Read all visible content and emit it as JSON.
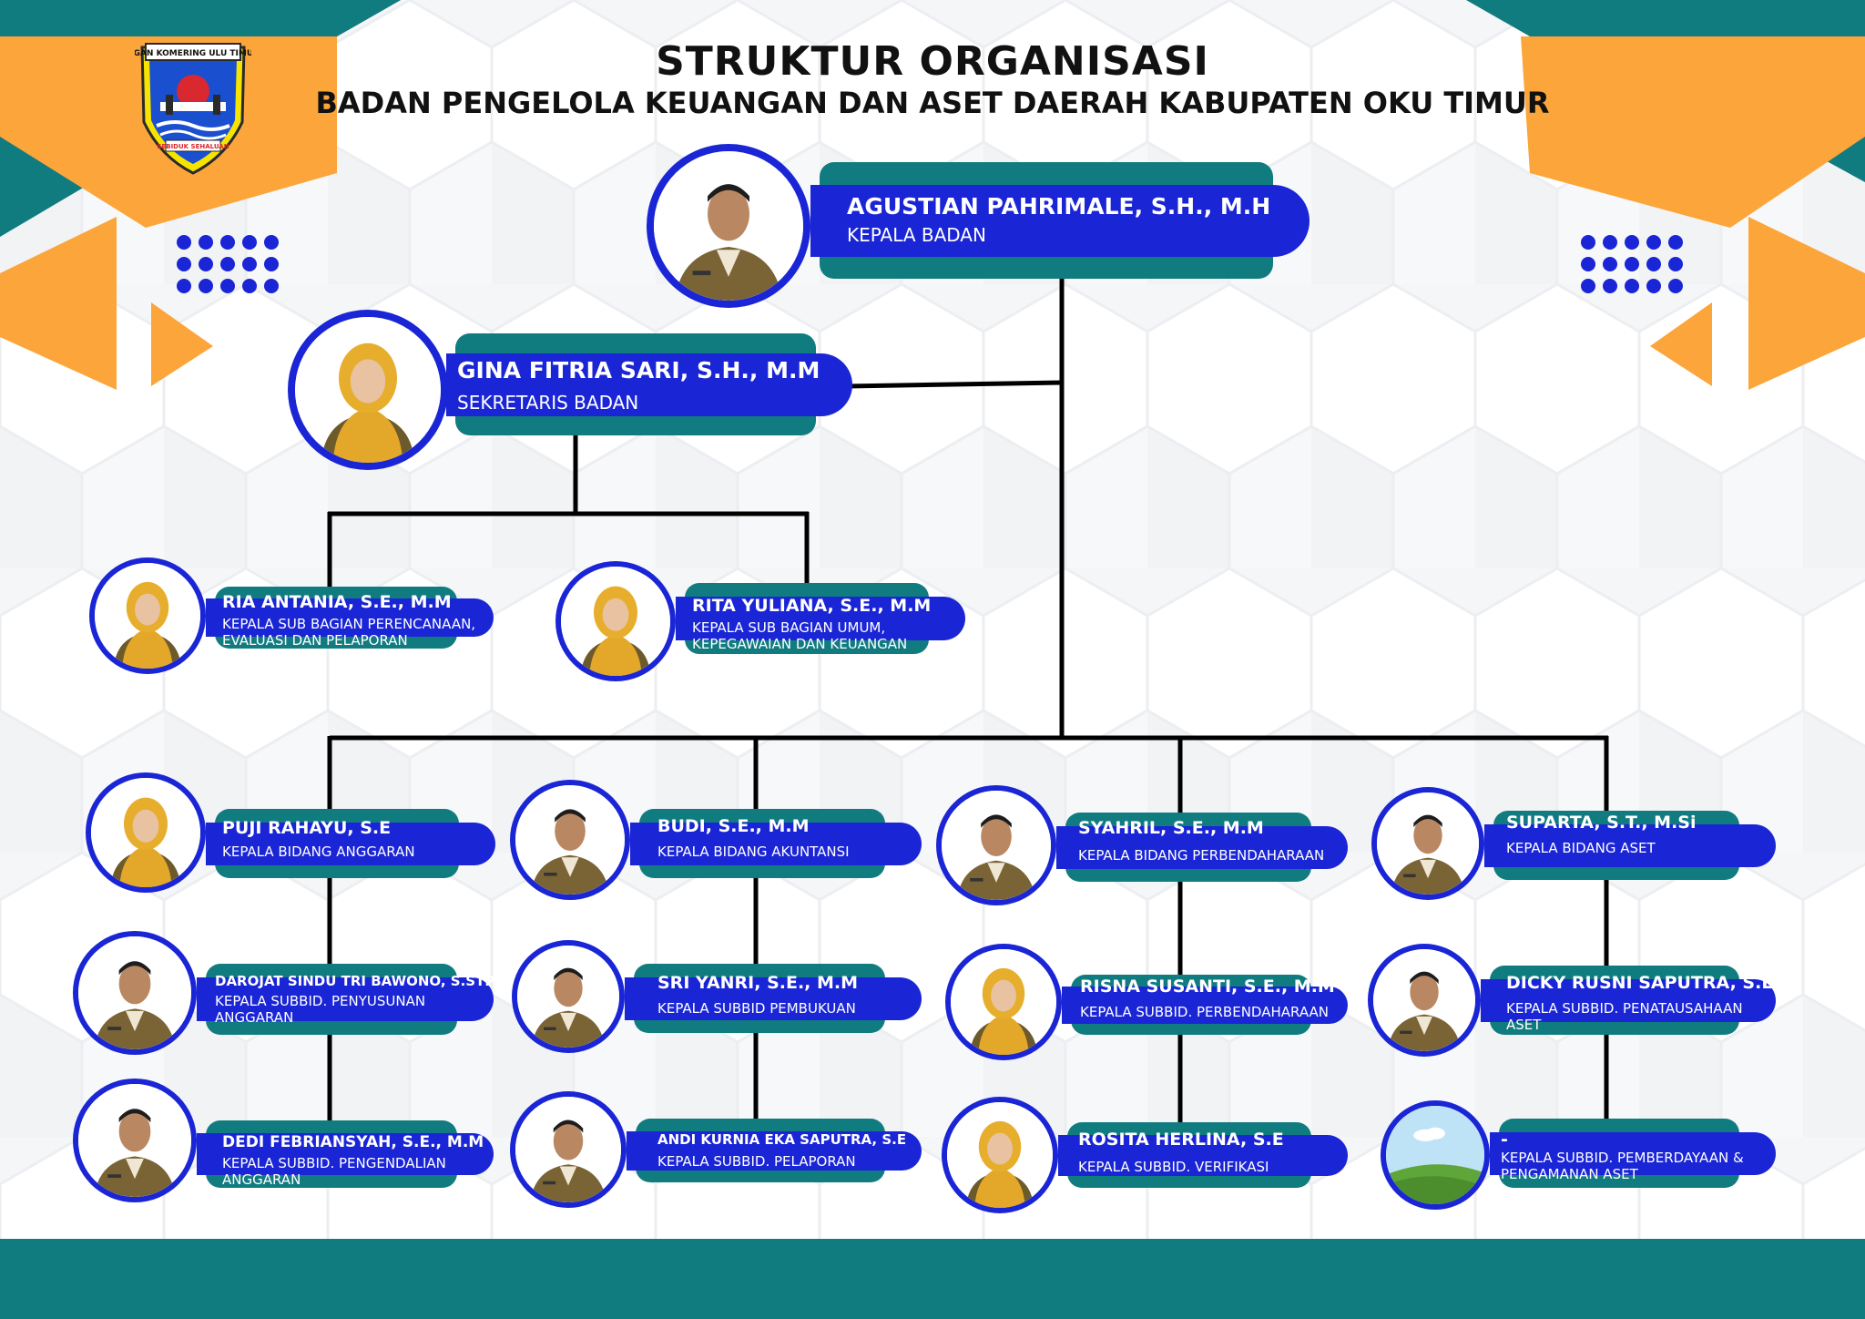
{
  "title": "STRUKTUR ORGANISASI",
  "subtitle": "BADAN PENGELOLA KEUANGAN DAN ASET DAERAH KABUPATEN OKU TIMUR",
  "logo": {
    "top_text": "OGAN KOMERING ULU TIMUR",
    "bottom_text": "SEBIDUK SEHALUAN"
  },
  "colors": {
    "blue": "#1a25d6",
    "teal": "#117c80",
    "orange": "#fba53b"
  },
  "nodes": {
    "kepala": {
      "name": "AGUSTIAN PAHRIMALE, S.H., M.H",
      "role": "KEPALA BADAN",
      "photo": "male"
    },
    "sekretaris": {
      "name": "GINA FITRIA SARI, S.H., M.M",
      "role": "SEKRETARIS BADAN",
      "photo": "female-hijab"
    },
    "subbag_perencanaan": {
      "name": "RIA ANTANIA, S.E., M.M",
      "role": "KEPALA SUB BAGIAN PERENCANAAN, EVALUASI DAN PELAPORAN",
      "photo": "female-hijab"
    },
    "subbag_umum": {
      "name": "RITA YULIANA, S.E., M.M",
      "role": "KEPALA SUB BAGIAN UMUM, KEPEGAWAIAN DAN KEUANGAN",
      "photo": "female-hijab"
    },
    "bid_anggaran": {
      "name": "PUJI RAHAYU, S.E",
      "role": "KEPALA BIDANG ANGGARAN",
      "photo": "female-hijab"
    },
    "bid_akuntansi": {
      "name": "BUDI, S.E., M.M",
      "role": "KEPALA BIDANG AKUNTANSI",
      "photo": "male"
    },
    "bid_perbendaharaan": {
      "name": "SYAHRIL, S.E., M.M",
      "role": "KEPALA BIDANG PERBENDAHARAAN",
      "photo": "male"
    },
    "bid_aset": {
      "name": "SUPARTA, S.T., M.Si",
      "role": "KEPALA BIDANG ASET",
      "photo": "male"
    },
    "sub_penyusunan": {
      "name": "DAROJAT SINDU TRI BAWONO, S.STP",
      "role": "KEPALA SUBBID. PENYUSUNAN ANGGARAN",
      "photo": "male"
    },
    "sub_pembukuan": {
      "name": "SRI YANRI, S.E., M.M",
      "role": "KEPALA SUBBID PEMBUKUAN",
      "photo": "male"
    },
    "sub_perbendaharaan": {
      "name": "RISNA SUSANTI, S.E., M.M",
      "role": "KEPALA SUBBID. PERBENDAHARAAN",
      "photo": "female-hijab"
    },
    "sub_penatausahaan": {
      "name": "DICKY RUSNI SAPUTRA, S.E",
      "role": "KEPALA SUBBID. PENATAUSAHAAN ASET",
      "photo": "male"
    },
    "sub_pengendalian": {
      "name": "DEDI FEBRIANSYAH, S.E., M.M",
      "role": "KEPALA SUBBID. PENGENDALIAN ANGGARAN",
      "photo": "male"
    },
    "sub_pelaporan": {
      "name": "ANDI KURNIA EKA SAPUTRA, S.E",
      "role": "KEPALA SUBBID. PELAPORAN",
      "photo": "male"
    },
    "sub_verifikasi": {
      "name": "ROSITA HERLINA, S.E",
      "role": "KEPALA SUBBID. VERIFIKASI",
      "photo": "female-hijab"
    },
    "sub_pemberdayaan": {
      "name": "-",
      "role": "KEPALA SUBBID. PEMBERDAYAAN & PENGAMANAN ASET",
      "photo": "landscape-placeholder"
    }
  }
}
